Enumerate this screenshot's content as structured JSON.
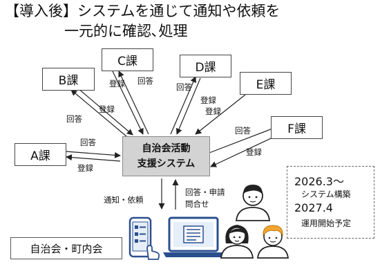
{
  "title": {
    "line1": "【導入後】システムを通じて通知や依頼を",
    "line2": "一元的に確認､処理"
  },
  "center_box": {
    "line1": "自治会活動",
    "line2": "支援システム"
  },
  "departments": {
    "a": "A課",
    "b": "B課",
    "c": "C課",
    "d": "D課",
    "e": "E課",
    "f": "F課"
  },
  "flow_labels": {
    "a_answer": "回答",
    "a_register": "登録",
    "b_answer": "回答",
    "b_register": "登録",
    "c_register": "登録",
    "c_answer": "回答",
    "d_answer": "回答",
    "d_register": "登録",
    "e_register": "登録",
    "f_answer": "回答",
    "f_register": "登録",
    "down_notice": "通知・依頼",
    "up_answer": "回答・申請",
    "up_inquiry": "問合せ"
  },
  "note": {
    "date1": "2026.3～",
    "desc1": "システム構築",
    "date2": "2027.4",
    "desc2": "運用開始予定"
  },
  "bottom_label": "自治会・町内会",
  "icons": [
    "tablet-icon",
    "laptop-icon",
    "man-icon",
    "woman-icon",
    "child-icon"
  ]
}
